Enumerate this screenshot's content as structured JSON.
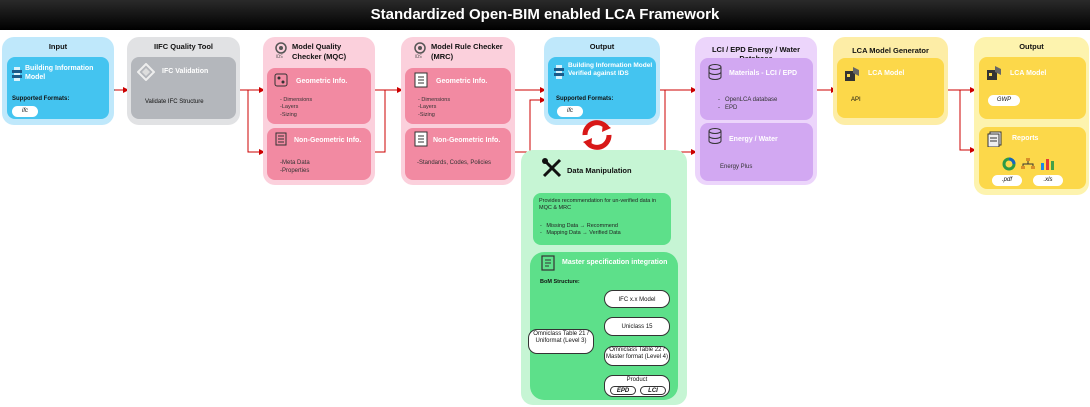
{
  "title": "Standardized Open-BIM enabled LCA Framework",
  "input": {
    "panel_title": "Input",
    "card_title": "Building Information Model",
    "formats_label": "Supported Formats:",
    "format": "ifc"
  },
  "ifc_quality": {
    "panel_title": "IIFC Quality Tool",
    "card_title": "IFC Validation",
    "desc": "Validate IFC Structure"
  },
  "mqc": {
    "panel_title": "Model Quality Checker (MQC)",
    "geo_title": "Geometric Info.",
    "geo_items": [
      "- Dimensions",
      "-Layers",
      "-Sizing"
    ],
    "nongeo_title": "Non-Geometric Info.",
    "nongeo_items": [
      "-Meta Data",
      "-Properties"
    ]
  },
  "mrc": {
    "panel_title": "Model Rule Checker (MRC)",
    "geo_title": "Geometric Info.",
    "geo_items": [
      "- Dimensions",
      "-Layers",
      "-Sizing"
    ],
    "nongeo_title": "Non-Geometric Info.",
    "nongeo_items": [
      "-Standards, Codes, Policies"
    ]
  },
  "output1": {
    "panel_title": "Output",
    "card_title": "Building Information Model Verified against IDS",
    "formats_label": "Supported Formats:",
    "format": "ifc"
  },
  "data_manip": {
    "title": "Data Manipulation",
    "rec_text": "Provides recommendation for un-verified data in MQC & MRC",
    "rec_items": [
      "Missing Data → Recommend",
      "Mapping Data → Verified Data"
    ],
    "master_title": "Master specification integration",
    "bom_label": "BoM Structure:",
    "nodes": {
      "ifc_model": "IFC x.x Model",
      "uniclass": "Uniclass 15",
      "omni21": "Omniclass Table 21 / Uniformat (Level 3)",
      "omni22": "Omniclass Table 22 / Master format (Level 4)",
      "product": "Product",
      "epd": "EPD",
      "lci": "LCI"
    }
  },
  "lci_db": {
    "panel_title": "LCI / EPD Energy / Water Database",
    "mat_title": "Materials - LCI / EPD",
    "mat_items": [
      "OpenLCA database",
      "EPD"
    ],
    "energy_title": "Energy  / Water",
    "energy_items": [
      "Energy Plus"
    ]
  },
  "lca_gen": {
    "panel_title": "LCA Model Generator",
    "card_title": "LCA Model",
    "desc": "API"
  },
  "output2": {
    "panel_title": "Output",
    "card_title": "LCA Model",
    "gwp": "GWP",
    "reports_title": "Reports",
    "pdf": ".pdf",
    "xls": ".xls"
  },
  "colors": {
    "input": "#44c4f0",
    "ifc": "#b4b7bc",
    "mqc": "#f28aa2",
    "lci": "#d2a8f2",
    "lca": "#fcd84a",
    "green": "#5de08a",
    "arrow": "#cc0000"
  }
}
